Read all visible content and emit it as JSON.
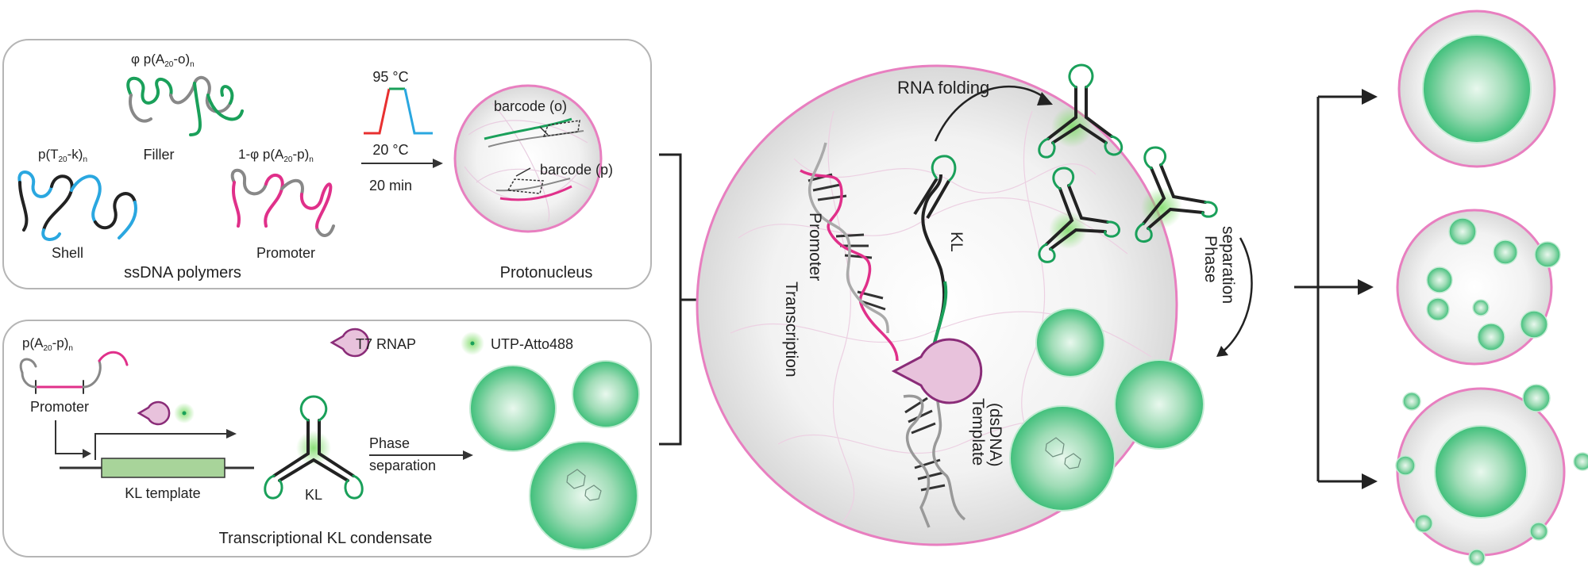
{
  "top_panel": {
    "filler_formula": "φ p(A20-o)n",
    "filler_label": "Filler",
    "shell_formula": "p(T20-k)n",
    "shell_label": "Shell",
    "promoter_formula": "1-φ p(A20-p)n",
    "promoter_label": "Promoter",
    "temp_high": "95 °C",
    "temp_low": "20 °C",
    "time": "20 min",
    "barcode_o": "barcode (o)",
    "barcode_p": "barcode (p)",
    "caption_left": "ssDNA polymers",
    "caption_right": "Protonucleus"
  },
  "bottom_panel": {
    "polymer_formula": "p(A20-p)n",
    "promoter_label": "Promoter",
    "legend_rnap": "T7 RNAP",
    "legend_utp": "UTP-Atto488",
    "template_label": "KL template",
    "kl_label": "KL",
    "phase_sep_1": "Phase",
    "phase_sep_2": "separation",
    "caption": "Transcriptional KL condensate"
  },
  "center": {
    "rna_folding": "RNA folding",
    "promoter": "Promoter",
    "transcription": "Transcription",
    "kl": "KL",
    "phase_1": "Phase",
    "phase_2": "separation",
    "template_1": "Template",
    "template_2": "(dsDNA)"
  },
  "colors": {
    "green": "#1aa05a",
    "magenta": "#e0308a",
    "blue": "#2aa7e0",
    "red": "#e83030",
    "rnap_fill": "#e8c2dc",
    "rnap_stroke": "#8a2c78",
    "template_green": "#a8d49a"
  }
}
